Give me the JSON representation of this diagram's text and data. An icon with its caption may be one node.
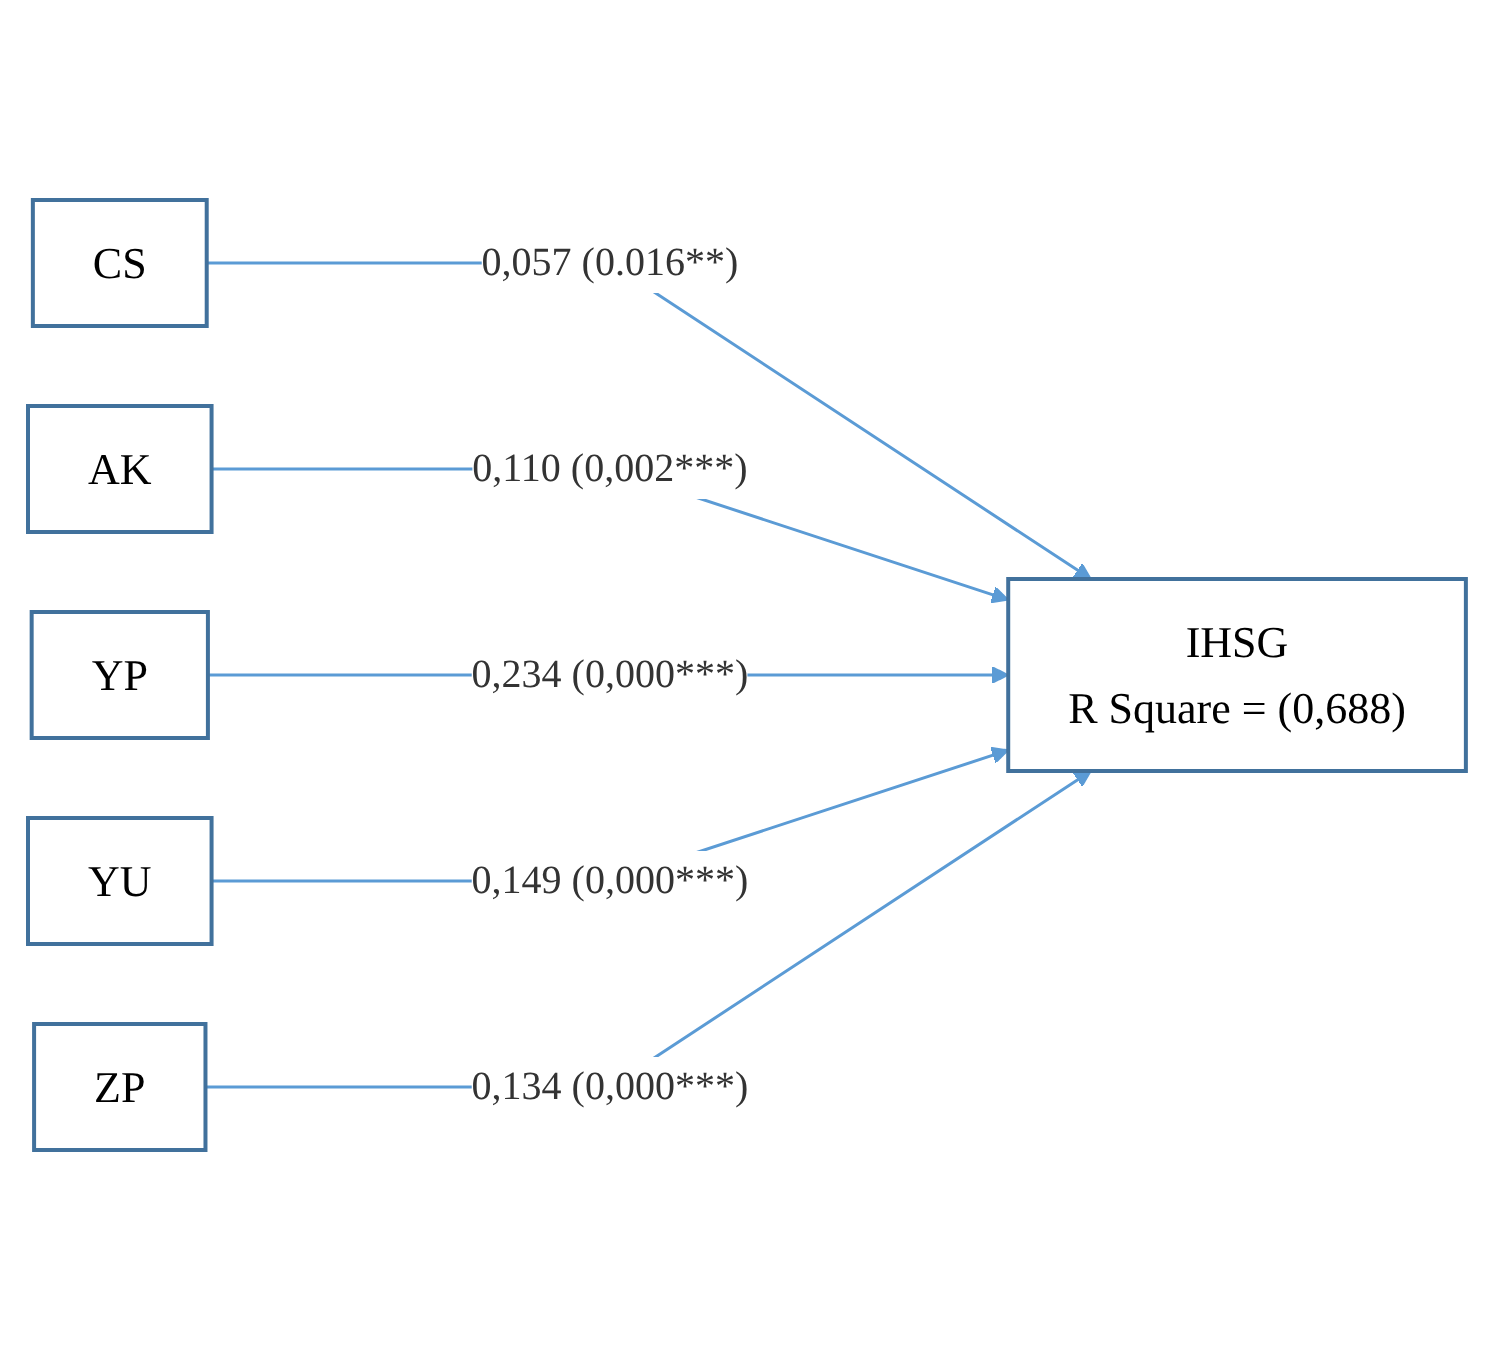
{
  "diagram": {
    "nodes": [
      {
        "text": [
          "CS"
        ]
      },
      {
        "text": [
          "AK"
        ]
      },
      {
        "text": [
          "YP"
        ]
      },
      {
        "text": [
          "YU"
        ]
      },
      {
        "text": [
          "ZP"
        ]
      },
      {
        "text": [
          "IHSG",
          "R Square = (0,688)"
        ]
      }
    ],
    "edges": [
      {
        "from": 0,
        "to": 5,
        "arrow": "to",
        "label": "0,057 (0.016**)"
      },
      {
        "from": 1,
        "to": 5,
        "arrow": "to",
        "label": "0,110 (0,002***)"
      },
      {
        "from": 2,
        "to": 5,
        "arrow": "to",
        "label": "0,234 (0,000***)"
      },
      {
        "from": 3,
        "to": 5,
        "arrow": "to",
        "label": "0,149 (0,000***)"
      },
      {
        "from": 4,
        "to": 5,
        "arrow": "to",
        "label": "0,134 (0,000***)"
      }
    ]
  }
}
